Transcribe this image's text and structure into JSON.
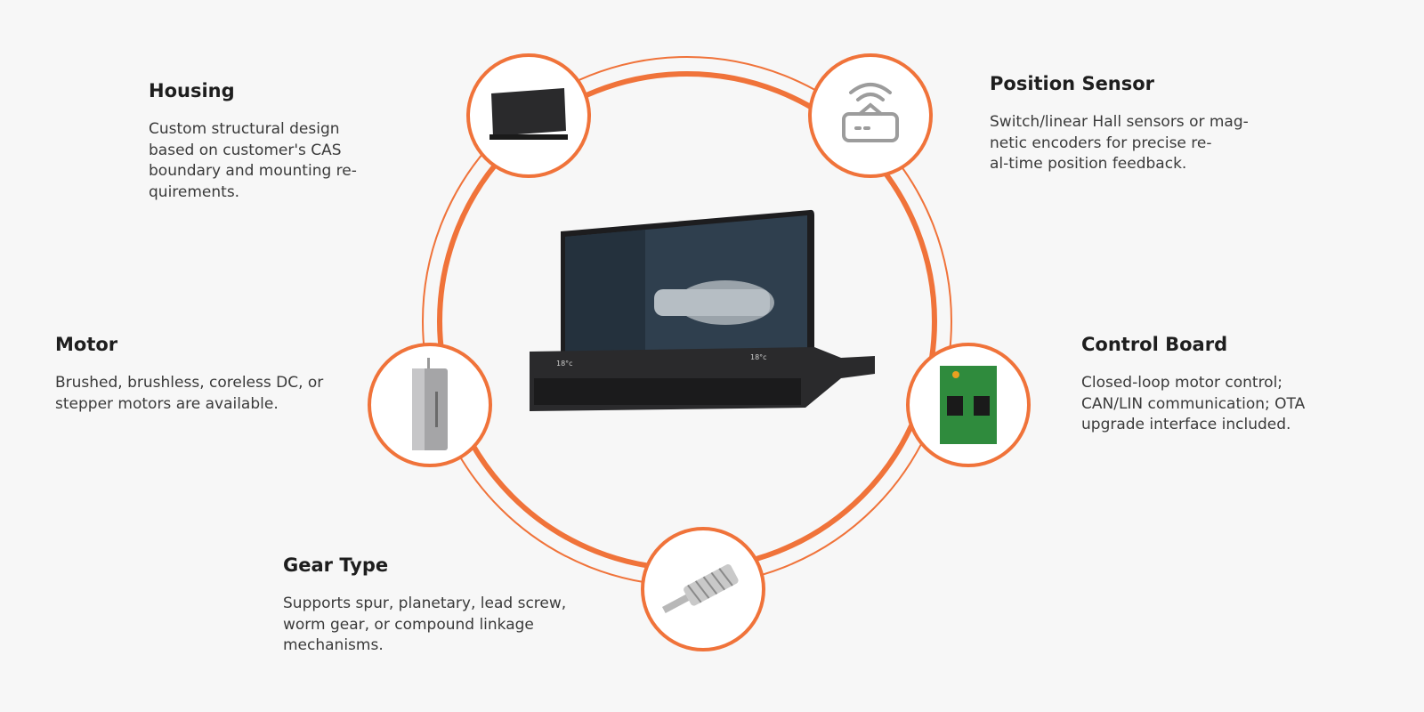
{
  "accent_color": "#f0733a",
  "features": [
    {
      "title": "Housing",
      "body": "Custom structural design\nbased on customer's CAS\nboundary and mounting re-\nquirements.",
      "icon": "housing-icon"
    },
    {
      "title": "Position Sensor",
      "body": "Switch/linear Hall sensors or mag-\nnetic encoders for precise re-\nal-time position feedback.",
      "icon": "sensor-icon"
    },
    {
      "title": "Motor",
      "body": "Brushed, brushless, coreless DC, or\nstepper motors are available.",
      "icon": "motor-icon"
    },
    {
      "title": "Control Board",
      "body": "Closed-loop motor control;\nCAN/LIN communication; OTA\nupgrade interface included.",
      "icon": "pcb-icon"
    },
    {
      "title": "Gear Type",
      "body": "Supports spur, planetary, lead screw,\nworm gear, or compound linkage\nmechanisms.",
      "icon": "worm-gear-icon"
    }
  ],
  "screen": {
    "temp_left": "18°c",
    "temp_right": "18°c"
  }
}
